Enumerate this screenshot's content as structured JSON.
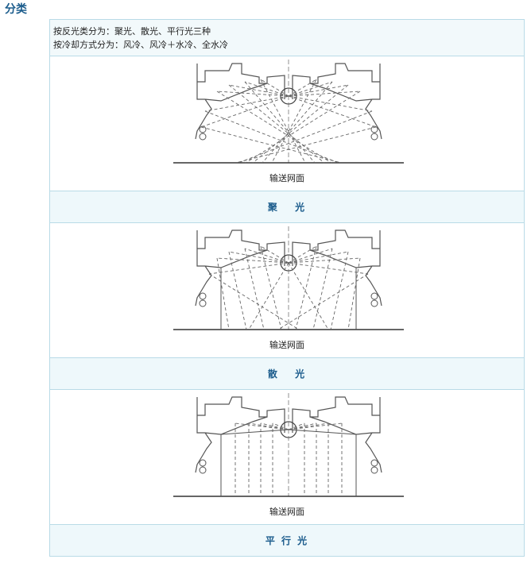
{
  "section_title": "分类",
  "info": {
    "line1": "按反光类分为：聚光、散光、平行光三种",
    "line2": "按冷却方式分为：风冷、风冷＋水冷、全水冷"
  },
  "figures": [
    {
      "net_label": "输送网面",
      "caption": "聚　 光",
      "kind": "converge"
    },
    {
      "net_label": "输送网面",
      "caption": "散 　光",
      "kind": "scatter"
    },
    {
      "net_label": "输送网面",
      "caption": "平 行 光",
      "kind": "parallel"
    }
  ],
  "colors": {
    "caption_text": "#1b5c8c",
    "border": "#b9dbe7",
    "row_bg": "#eef8fb"
  }
}
